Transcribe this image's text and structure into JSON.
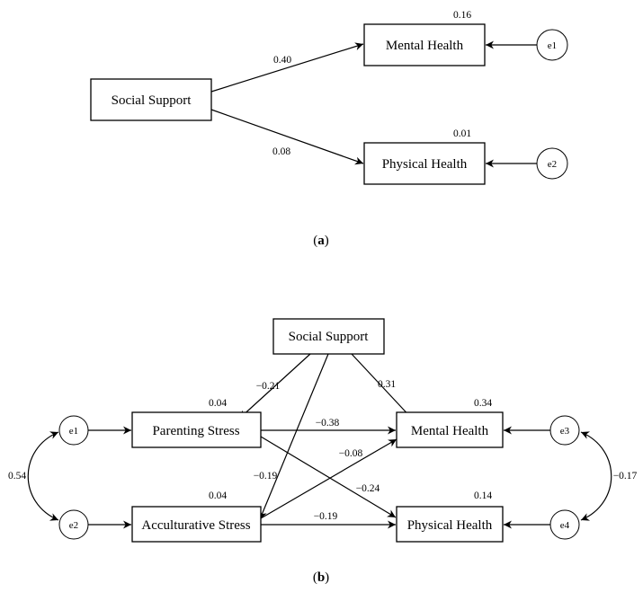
{
  "panel_a": {
    "caption_open": "(",
    "caption_letter": "a",
    "caption_close": ")",
    "nodes": {
      "social_support": "Social Support",
      "mental_health": "Mental Health",
      "physical_health": "Physical Health",
      "e1": "e1",
      "e2": "e2"
    },
    "r_squared": {
      "mental_health": "0.16",
      "physical_health": "0.01"
    },
    "paths": {
      "support_to_mental": "0.40",
      "support_to_physical": "0.08"
    }
  },
  "panel_b": {
    "caption_open": "(",
    "caption_letter": "b",
    "caption_close": ")",
    "nodes": {
      "social_support": "Social Support",
      "parenting_stress": "Parenting Stress",
      "acculturative_stress": "Acculturative Stress",
      "mental_health": "Mental Health",
      "physical_health": "Physical Health",
      "e1": "e1",
      "e2": "e2",
      "e3": "e3",
      "e4": "e4"
    },
    "r_squared": {
      "parenting_stress": "0.04",
      "acculturative_stress": "0.04",
      "mental_health": "0.34",
      "physical_health": "0.14"
    },
    "paths": {
      "support_to_parenting": "−0.21",
      "support_to_mental": "0.31",
      "support_to_acculturative": "−0.19",
      "parenting_to_mental": "−0.38",
      "parenting_to_physical": "−0.24",
      "acculturative_to_mental": "−0.08",
      "acculturative_to_physical": "−0.19"
    },
    "covariances": {
      "e1_e2": "0.54",
      "e3_e4": "−0.17"
    }
  }
}
